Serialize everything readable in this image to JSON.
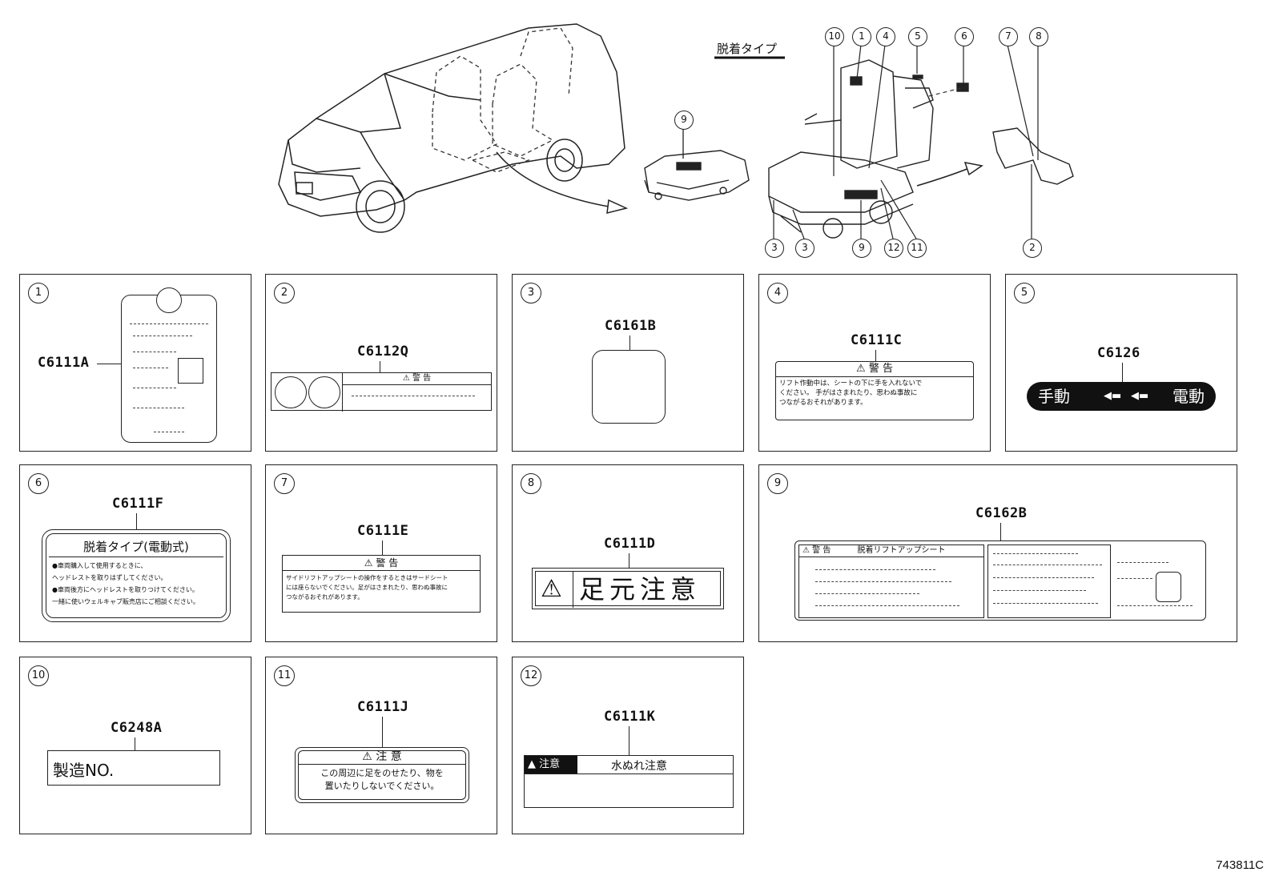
{
  "overview": {
    "heading": "脱着タイプ",
    "callouts_top": [
      "10",
      "1",
      "4",
      "5",
      "6",
      "7",
      "8"
    ],
    "callouts_bottom": [
      "3",
      "3",
      "9",
      "12",
      "11",
      "2"
    ],
    "callout_part": "9"
  },
  "panels": [
    {
      "num": "1",
      "code": "C6111A"
    },
    {
      "num": "2",
      "code": "C6112Q",
      "warn": "警  告"
    },
    {
      "num": "3",
      "code": "C6161B"
    },
    {
      "num": "4",
      "code": "C6111C",
      "warn": "警  告",
      "lines": [
        "リフト作動中は、シートの下に手を入れないで",
        "ください。  手がはさまれたり、思わぬ事故に",
        "つながるおそれがあります。"
      ]
    },
    {
      "num": "5",
      "code": "C6126",
      "left": "手動",
      "right": "電動"
    },
    {
      "num": "6",
      "code": "C6111F",
      "title": "脱着タイプ(電動式)",
      "lines": [
        "●車両購入して使用するときに、",
        "ヘッドレストを取りはずしてください。",
        "●車両後方にヘッドレストを取りつけてください。",
        "一緒に使いウェルキャブ販売店にご相談ください。"
      ]
    },
    {
      "num": "7",
      "code": "C6111E",
      "warn": "警    告",
      "lines": [
        "サイドリフトアップシートの操作をするときはサードシート",
        "には座らないでください。足がはさまれたり、思わぬ事故に",
        "つながるおそれがあります。"
      ]
    },
    {
      "num": "8",
      "code": "C6111D",
      "text": "足元注意"
    },
    {
      "num": "9",
      "code": "C6162B",
      "warn": "警  告",
      "title": "脱着リフトアップシート"
    },
    {
      "num": "10",
      "code": "C6248A",
      "text": "製造NO."
    },
    {
      "num": "11",
      "code": "C6111J",
      "warn": "注  意",
      "lines": [
        "この周辺に足をのせたり、物を",
        "置いたりしないでください。"
      ]
    },
    {
      "num": "12",
      "code": "C6111K",
      "badge": "注意",
      "text": "水ぬれ注意"
    }
  ],
  "diagram_id": "743811C"
}
